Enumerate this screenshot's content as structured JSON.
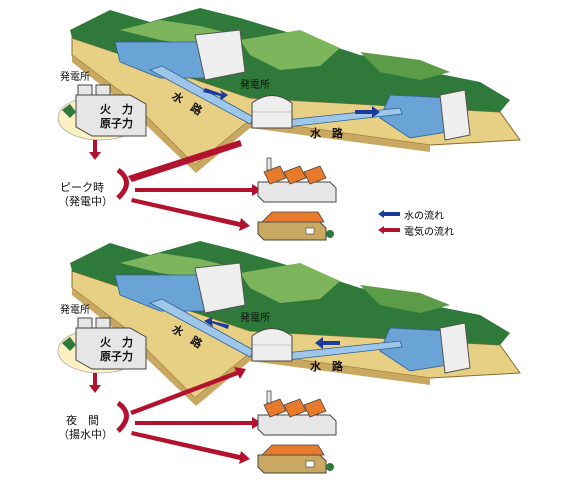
{
  "colors": {
    "water_flow": "#1a3a9c",
    "electricity_flow": "#b3122e",
    "ground": "#e7cf84",
    "mountain_dark": "#2f7a3a",
    "mountain_light": "#7db55d",
    "water": "#6aa3d6",
    "building": "#e6e6e6",
    "roof": "#e87a2b"
  },
  "top_scene": {
    "plant_label": "発電所",
    "thermal_label": "火　力",
    "nuclear_label": "原子力",
    "hydro_plant_label": "発電所",
    "waterway_label_1": "水　路",
    "waterway_label_2": "水　路",
    "mode_label_1": "ピーク時",
    "mode_label_2": "（発電中）"
  },
  "bottom_scene": {
    "plant_label": "発電所",
    "thermal_label": "火　力",
    "nuclear_label": "原子力",
    "hydro_plant_label": "発電所",
    "waterway_label_1": "水　路",
    "waterway_label_2": "水　路",
    "mode_label_1": "夜　間",
    "mode_label_2": "（揚水中）"
  },
  "legend": {
    "water_flow_label": "水の流れ",
    "electricity_flow_label": "電気の流れ"
  }
}
